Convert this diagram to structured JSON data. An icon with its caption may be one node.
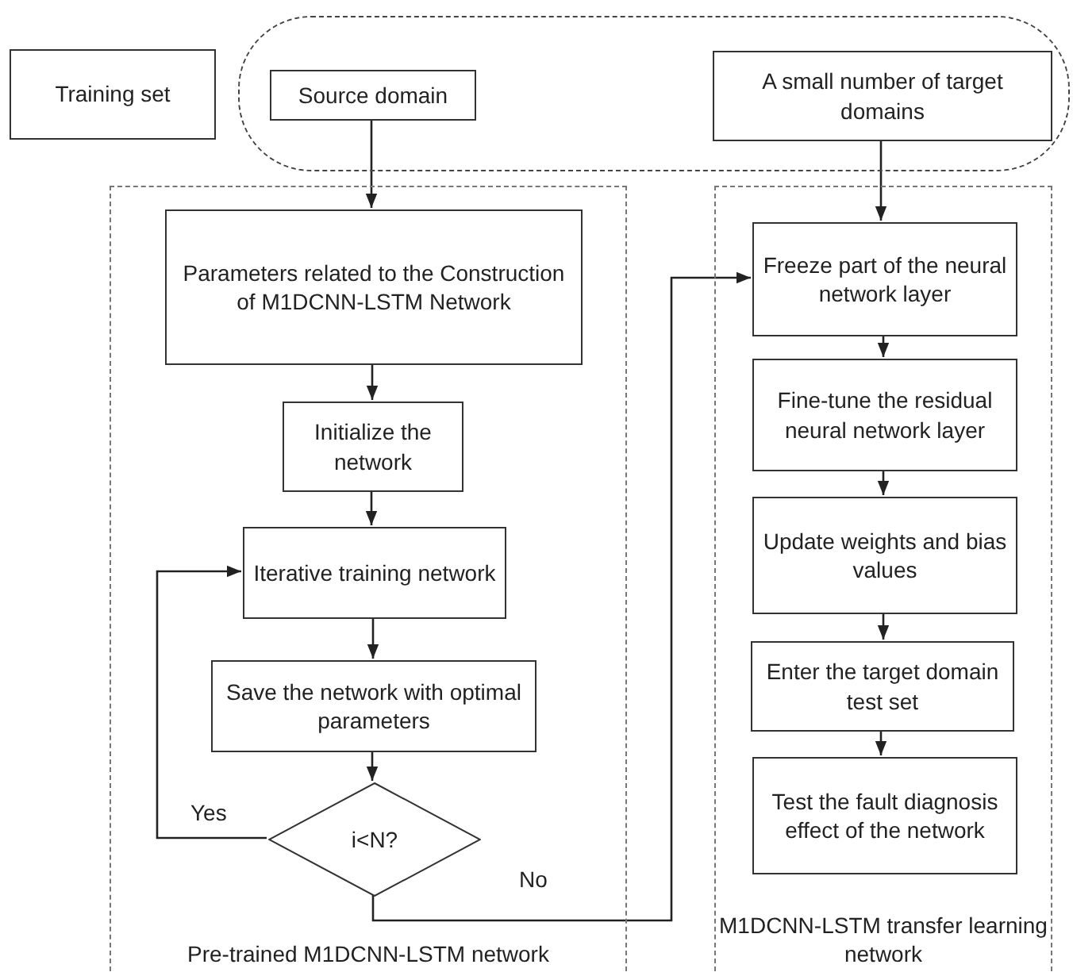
{
  "diagram": {
    "nodes": [
      {
        "text": [
          "Training set"
        ]
      },
      {
        "text": [],
        "shape": "box"
      },
      {
        "text": [
          "Source domain"
        ],
        "in": 1
      },
      {
        "text": [
          "A small number of target domains"
        ],
        "in": 1
      },
      {
        "text": [
          "Pre-trained M1DCNN-LSTM network"
        ]
      },
      {
        "text": [
          "Parameters related to the Construction of M1DCNN-LSTM Network"
        ],
        "in": 4
      },
      {
        "text": [
          "Initialize the network"
        ],
        "in": 4
      },
      {
        "text": [
          "Iterative training network"
        ],
        "in": 4
      },
      {
        "text": [
          "Save the network with optimal parameters"
        ],
        "in": 4
      },
      {
        "text": [
          "i<N?"
        ],
        "in": 4
      },
      {
        "text": [
          "M1DCNN-LSTM transfer learning network"
        ]
      },
      {
        "text": [
          "Freeze part of the neural network layer"
        ],
        "in": 10
      },
      {
        "text": [
          "Fine-tune the residual neural network layer"
        ],
        "in": 10
      },
      {
        "text": [
          "Update weights and bias values"
        ],
        "in": 10
      },
      {
        "text": [
          "Enter the target domain test set"
        ],
        "in": 10
      },
      {
        "text": [
          "Test the fault diagnosis effect of the network"
        ],
        "in": 10
      }
    ],
    "edges": [
      {
        "from": 2,
        "to": 5,
        "arrow": "to"
      },
      {
        "from": 3,
        "to": 11,
        "arrow": "to"
      },
      {
        "from": 5,
        "to": 6,
        "arrow": "to"
      },
      {
        "from": 6,
        "to": 7,
        "arrow": "to"
      },
      {
        "from": 7,
        "to": 8,
        "arrow": "to"
      },
      {
        "from": 8,
        "to": 9,
        "arrow": "to"
      },
      {
        "from": 9,
        "to": 7,
        "arrow": "to",
        "label": "Yes"
      },
      {
        "from": 9,
        "to": 11,
        "arrow": "to",
        "label": "No"
      },
      {
        "from": 11,
        "to": 12,
        "arrow": "to"
      },
      {
        "from": 12,
        "to": 13,
        "arrow": "to"
      },
      {
        "from": 13,
        "to": 14,
        "arrow": "to"
      },
      {
        "from": 14,
        "to": 15,
        "arrow": "to"
      }
    ]
  }
}
